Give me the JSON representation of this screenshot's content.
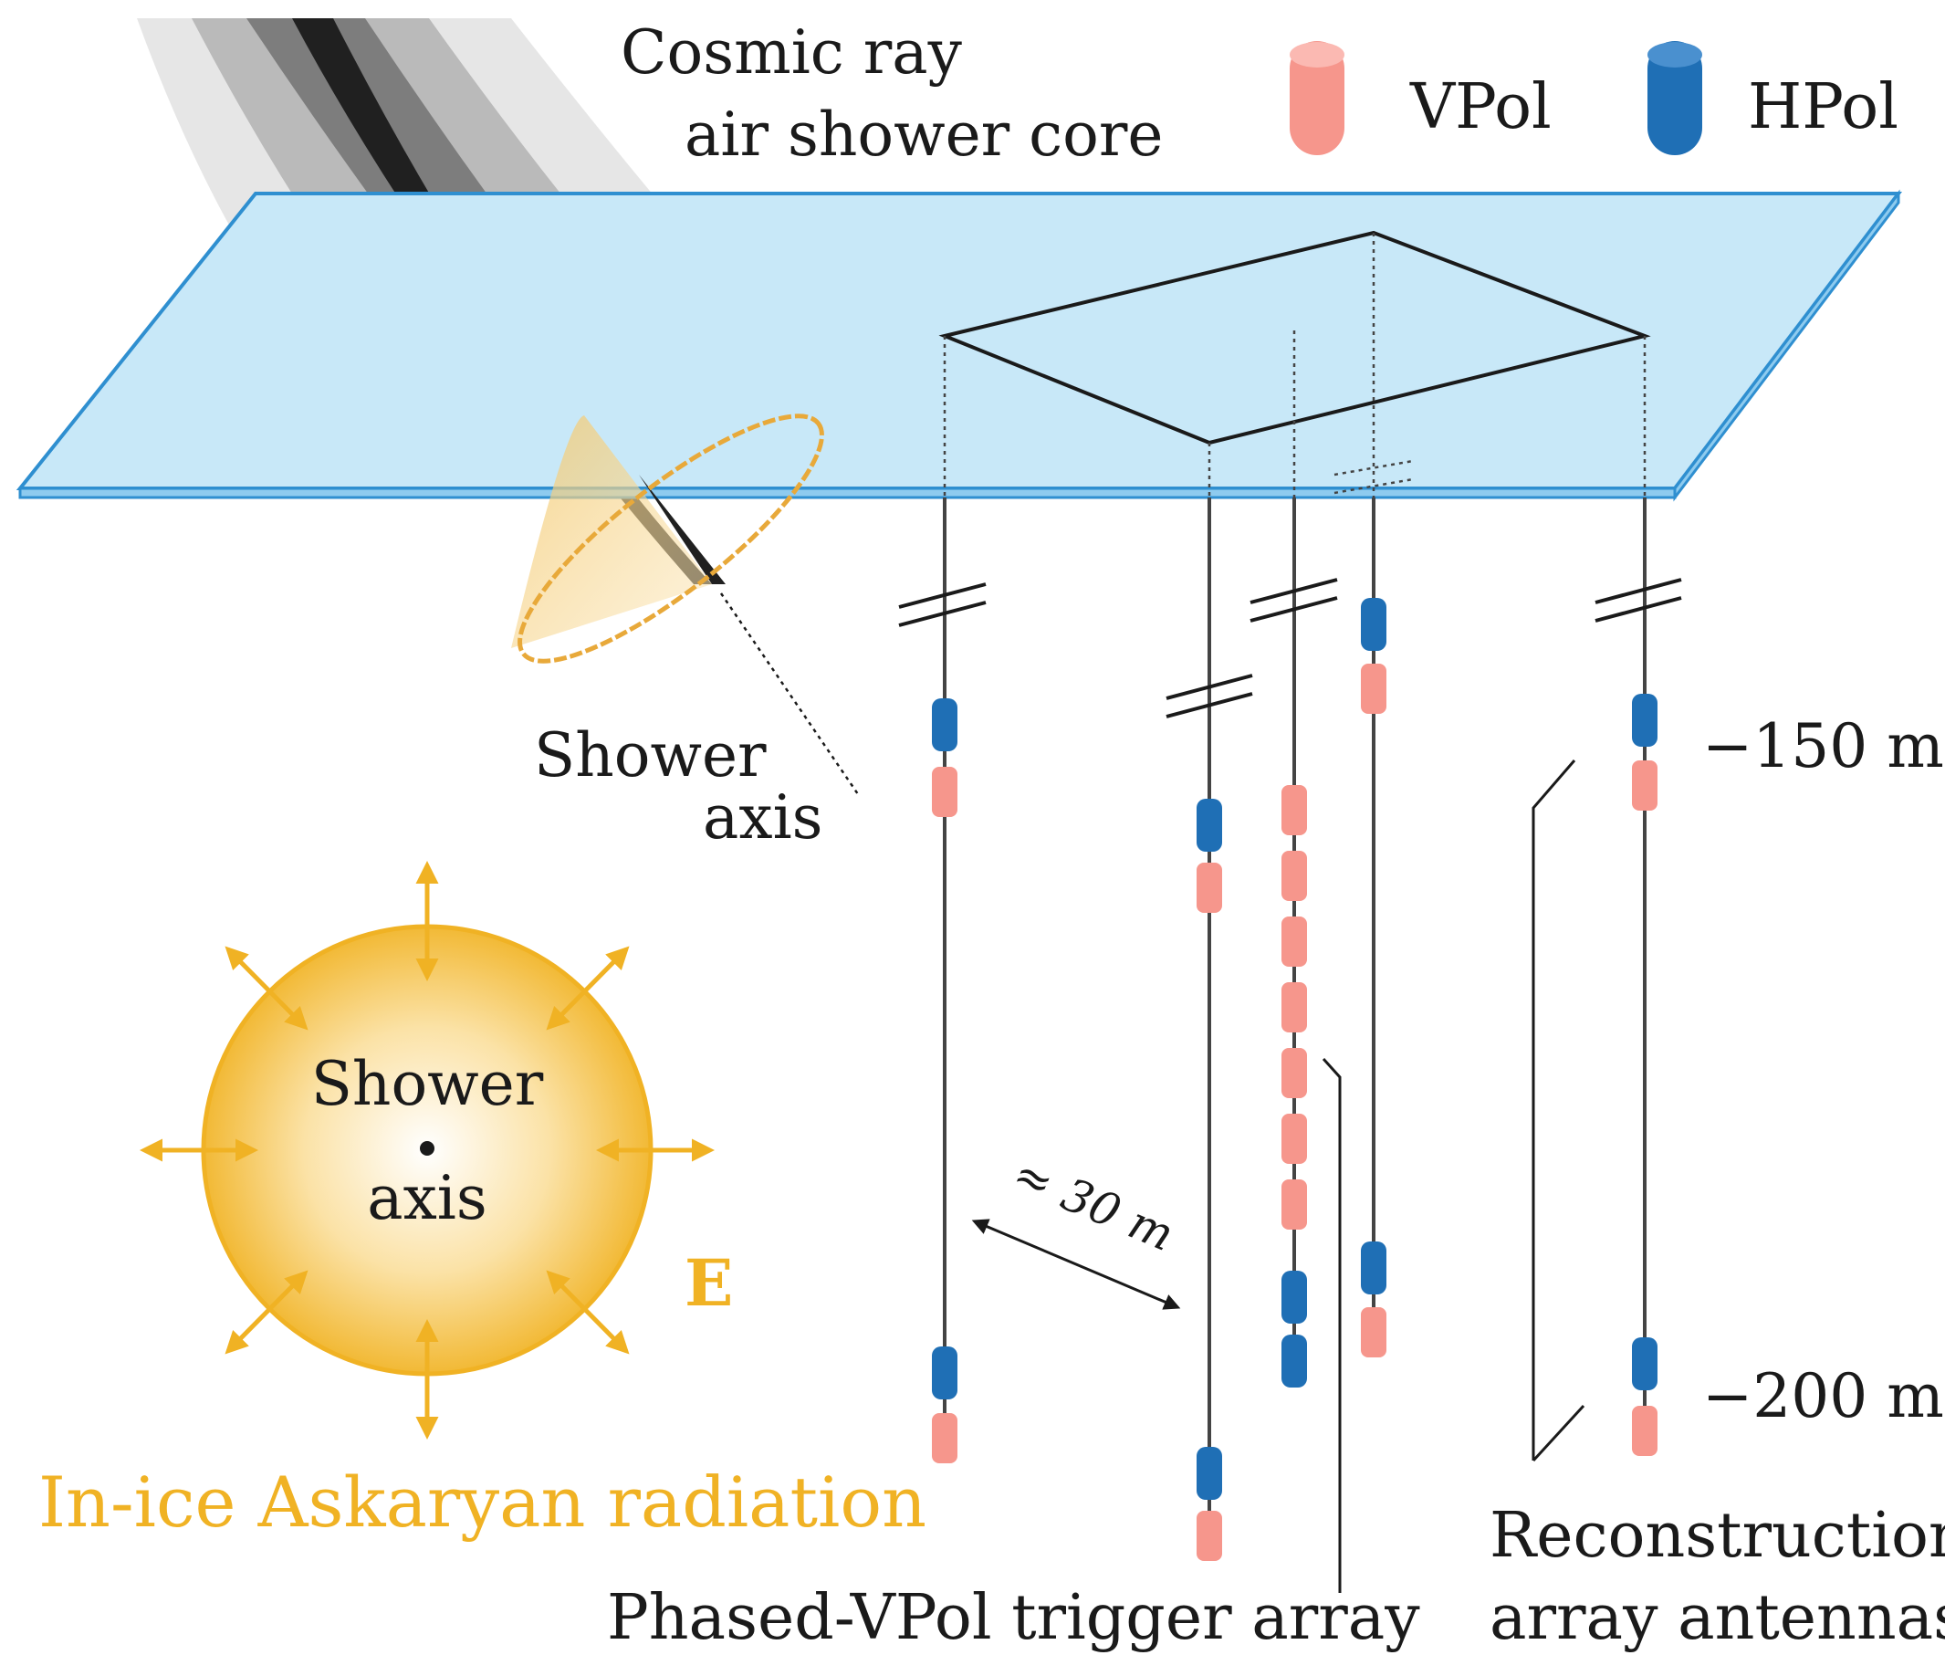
{
  "legend": {
    "vpol_label": "VPol",
    "hpol_label": "HPol",
    "vpol_color": "#f6968c",
    "hpol_color": "#1f6fb5"
  },
  "labels": {
    "cosmic_line1": "Cosmic ray",
    "cosmic_line2": "air shower core",
    "shower_axis_line1": "Shower",
    "shower_axis_line2": "axis",
    "depth_150": "−150 m",
    "depth_200": "−200 m",
    "spacing": "≈ 30 m",
    "radiation_center_line1": "Shower",
    "radiation_center_line2": "axis",
    "field_label": "E",
    "radiation_title": "In-ice Askaryan radiation",
    "phased_array": "Phased-VPol trigger array",
    "reco_line1": "Reconstruction",
    "reco_line2": "array antennas"
  },
  "colors": {
    "ice_fill": "#c8e8f8",
    "ice_edge": "#2f8fd0",
    "askaryan": "#f0b224",
    "shower_dark": "#202020"
  }
}
